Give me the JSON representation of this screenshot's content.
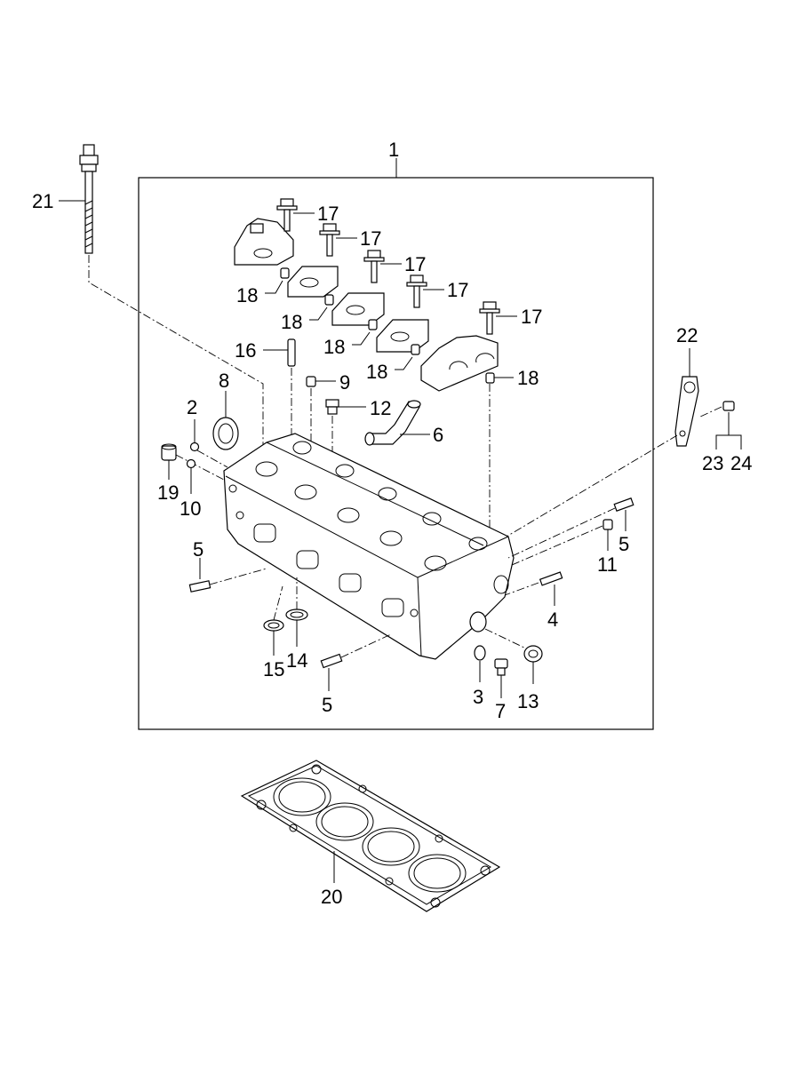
{
  "diagram": {
    "callouts": [
      {
        "id": "c1",
        "label": "1"
      },
      {
        "id": "c2",
        "label": "2"
      },
      {
        "id": "c3",
        "label": "3"
      },
      {
        "id": "c4",
        "label": "4"
      },
      {
        "id": "c5a",
        "label": "5"
      },
      {
        "id": "c5b",
        "label": "5"
      },
      {
        "id": "c5c",
        "label": "5"
      },
      {
        "id": "c6",
        "label": "6"
      },
      {
        "id": "c7",
        "label": "7"
      },
      {
        "id": "c8",
        "label": "8"
      },
      {
        "id": "c9",
        "label": "9"
      },
      {
        "id": "c10",
        "label": "10"
      },
      {
        "id": "c11",
        "label": "11"
      },
      {
        "id": "c12",
        "label": "12"
      },
      {
        "id": "c13",
        "label": "13"
      },
      {
        "id": "c14",
        "label": "14"
      },
      {
        "id": "c15",
        "label": "15"
      },
      {
        "id": "c16",
        "label": "16"
      },
      {
        "id": "c17a",
        "label": "17"
      },
      {
        "id": "c17b",
        "label": "17"
      },
      {
        "id": "c17c",
        "label": "17"
      },
      {
        "id": "c17d",
        "label": "17"
      },
      {
        "id": "c17e",
        "label": "17"
      },
      {
        "id": "c18a",
        "label": "18"
      },
      {
        "id": "c18b",
        "label": "18"
      },
      {
        "id": "c18c",
        "label": "18"
      },
      {
        "id": "c18d",
        "label": "18"
      },
      {
        "id": "c18e",
        "label": "18"
      },
      {
        "id": "c19",
        "label": "19"
      },
      {
        "id": "c20",
        "label": "20"
      },
      {
        "id": "c21",
        "label": "21"
      },
      {
        "id": "c22",
        "label": "22"
      },
      {
        "id": "c23",
        "label": "23"
      },
      {
        "id": "c24",
        "label": "24"
      }
    ]
  }
}
